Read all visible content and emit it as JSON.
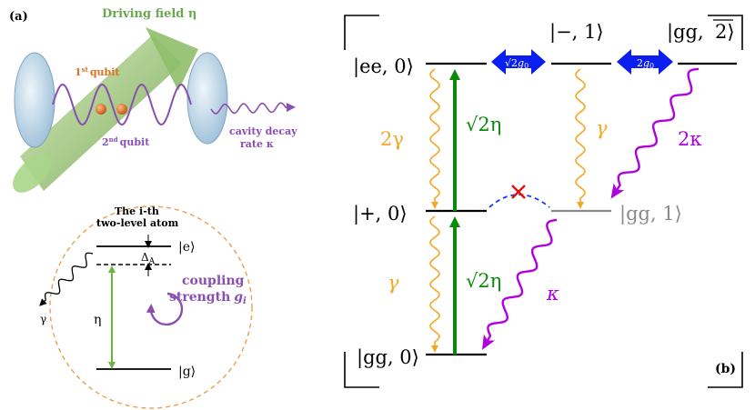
{
  "colors": {
    "black": "#000000",
    "orange": "#f5a623",
    "green": "#0a8a0a",
    "magenta": "#b000e0",
    "blue": "#0a1ef0",
    "grey": "#8a8a8a",
    "purple": "#8a4fb0",
    "rod": "#8fbf6a",
    "mirror": "#b9d5e8",
    "atom": "#e07020",
    "circle_dash": "#e8a050",
    "dashed_blue": "#1a3cf0",
    "cross_red": "#e01010"
  },
  "panel_a": {
    "label": "(a)",
    "driving_field": "Driving field η",
    "first_qubit_num": "1",
    "first_qubit_sup": "st",
    "first_qubit_word": "qubit",
    "second_qubit_num": "2",
    "second_qubit_sup": "nd",
    "second_qubit_word": "qubit",
    "cavity_decay_line1": "cavity decay",
    "cavity_decay_line2": "rate κ",
    "atom_title_line1": "The i-th",
    "atom_title_line2": "two-level atom",
    "excited_state": "|e⟩",
    "ground_state": "|g⟩",
    "detuning_base": "Δ",
    "detuning_sub": "A",
    "drive_label": "η",
    "decay_label": "γ",
    "coupling_line1": "coupling",
    "coupling_line2": "strength",
    "coupling_g": "g",
    "coupling_i": "i"
  },
  "panel_b": {
    "label": "(b)",
    "states": {
      "ee0": "|ee, 0⟩",
      "minus1": "|−, 1⟩",
      "gg2_left": "|gg,",
      "gg2_right": "2⟩",
      "plus0": "|+, 0⟩",
      "gg1": "|gg, 1⟩",
      "gg0": "|gg, 0⟩"
    },
    "couplings": {
      "sqrt2g0_root": "√",
      "sqrt2g0_arg": "2",
      "sqrt2g0_g": "g",
      "sqrt2g0_sub": "0",
      "twog0_num": "2",
      "twog0_g": "g",
      "twog0_sub": "0"
    },
    "rates": {
      "two_gamma": "2γ",
      "gamma_right": "γ",
      "gamma_bottom": "γ",
      "two_kappa": "2κ",
      "kappa": "κ",
      "sqrt2eta_upper": "√2η",
      "sqrt2eta_lower": "√2η"
    }
  }
}
